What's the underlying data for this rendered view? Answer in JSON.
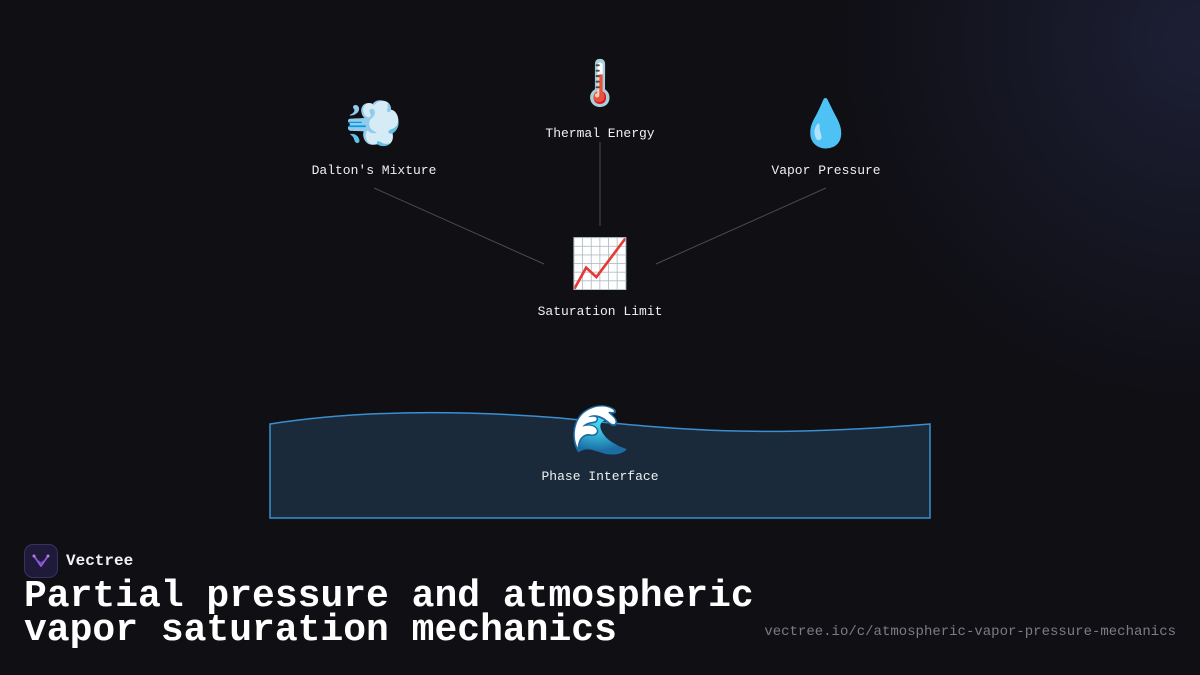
{
  "nodes": {
    "thermal": {
      "label": "Thermal Energy",
      "icon": "thermometer-icon",
      "glyph": "🌡️"
    },
    "dalton": {
      "label": "Dalton's Mixture",
      "icon": "wind-icon",
      "glyph": "💨"
    },
    "vapor": {
      "label": "Vapor Pressure",
      "icon": "droplet-icon",
      "glyph": "💧"
    },
    "saturation": {
      "label": "Saturation Limit",
      "icon": "chart-increasing-icon",
      "glyph": "📈"
    },
    "phase": {
      "label": "Phase Interface",
      "icon": "wave-icon",
      "glyph": "🌊"
    }
  },
  "brand": {
    "name": "Vectree",
    "icon": "vectree-logo-icon"
  },
  "title": "Partial pressure and atmospheric vapor saturation mechanics",
  "url": "vectree.io/c/atmospheric-vapor-pressure-mechanics",
  "colors": {
    "background": "#0f0f14",
    "connector": "#4a4a52",
    "water_fill": "#1b2a3b",
    "water_stroke": "#3a8fd0",
    "url": "#7c7c86",
    "logo_accent": "#a05ad8"
  }
}
